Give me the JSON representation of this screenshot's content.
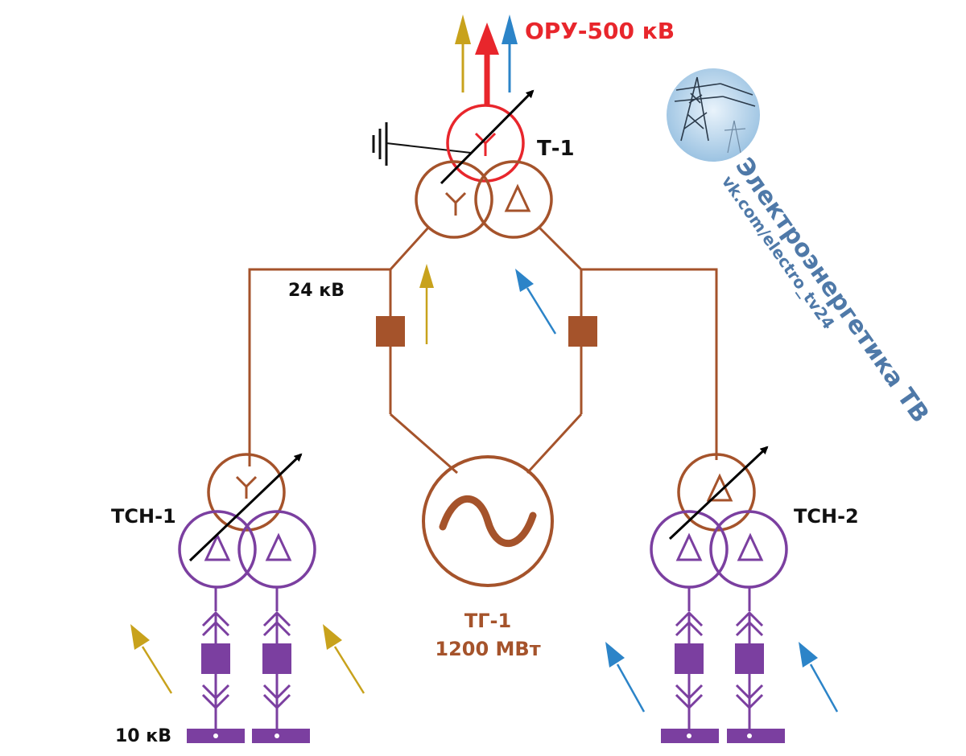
{
  "labels": {
    "oru": "ОРУ-500 кВ",
    "t1": "Т-1",
    "kv24": "24 кВ",
    "tsn1": "ТСН-1",
    "tsn2": "ТСН-2",
    "tg1_name": "ТГ-1",
    "tg1_power": "1200 МВт",
    "kv10": "10 кВ"
  },
  "brand": {
    "title": "Электроэнергетика ТВ",
    "url": "vk.com/electro_tv24"
  },
  "colors": {
    "hv": "#e8262c",
    "mv": "#a5532b",
    "lv": "#7b3fa0",
    "arrow_gold": "#c8a21c",
    "arrow_blue": "#2c84c8",
    "ground": "#111111",
    "regulator": "#000000",
    "brand": "#4f79a8"
  }
}
